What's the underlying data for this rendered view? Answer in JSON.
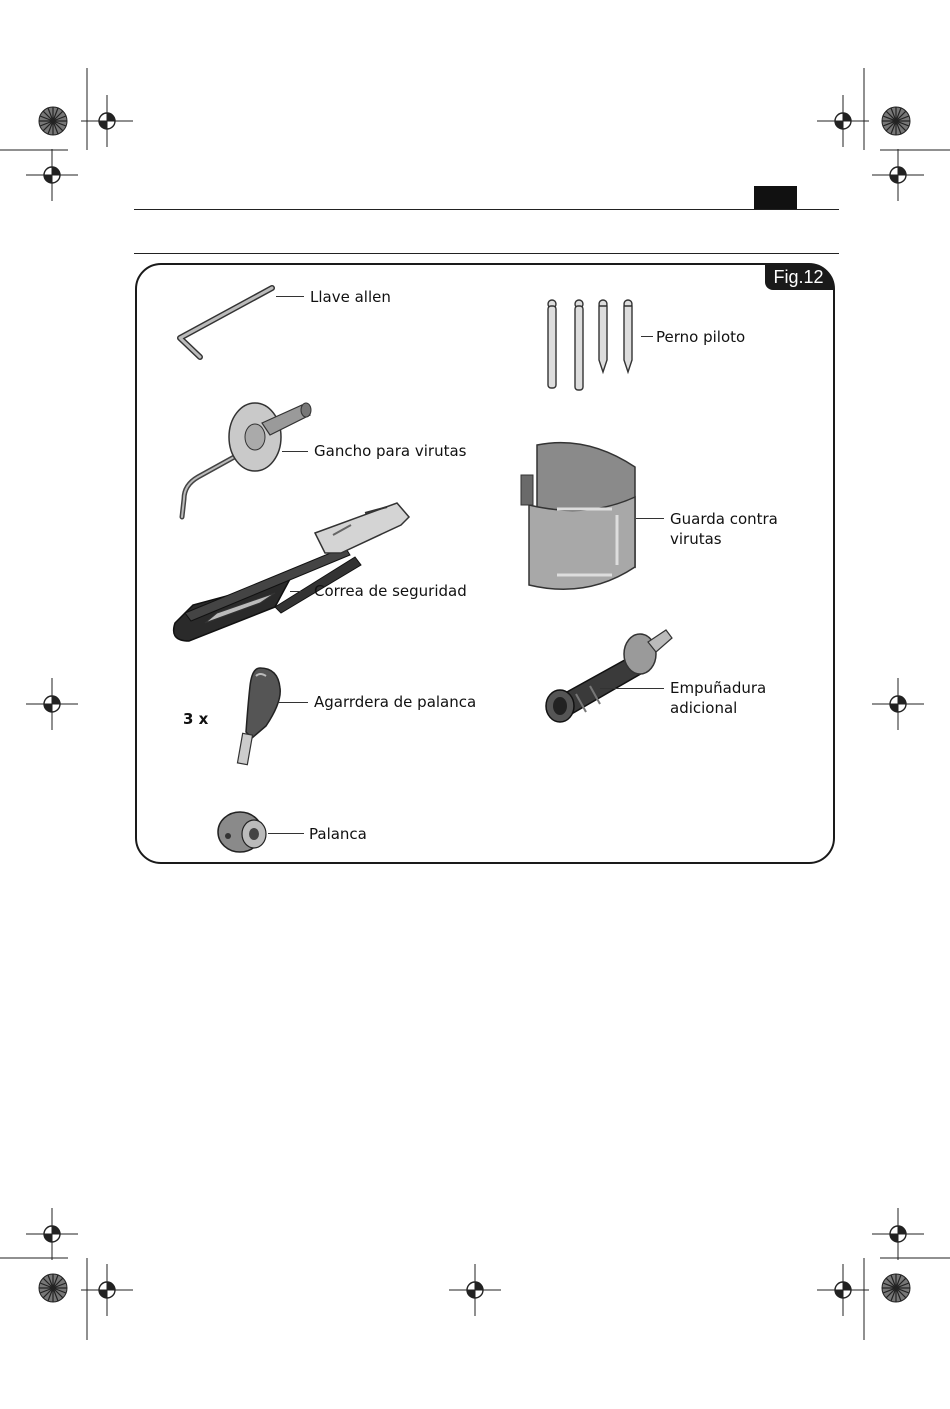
{
  "figure": {
    "badge": "Fig.12",
    "quantity_marker": "3 x",
    "parts": [
      {
        "id": "allen-key",
        "label": "Llave allen"
      },
      {
        "id": "pilot-pins",
        "label": "Perno piloto"
      },
      {
        "id": "chip-hook",
        "label": "Gancho para virutas"
      },
      {
        "id": "chip-guard",
        "label_line1": "Guarda contra",
        "label_line2": "virutas"
      },
      {
        "id": "safety-strap",
        "label": "Correa de seguridad"
      },
      {
        "id": "auxiliary-handle",
        "label_line1": "Empuñadura",
        "label_line2": "adicional"
      },
      {
        "id": "lever-grip",
        "label": "Agarrdera de palanca"
      },
      {
        "id": "lever",
        "label": "Palanca"
      }
    ]
  },
  "colors": {
    "ink": "#1a1a1a",
    "part_metal": "#9a9a9a",
    "part_dark": "#3a3a3a"
  }
}
